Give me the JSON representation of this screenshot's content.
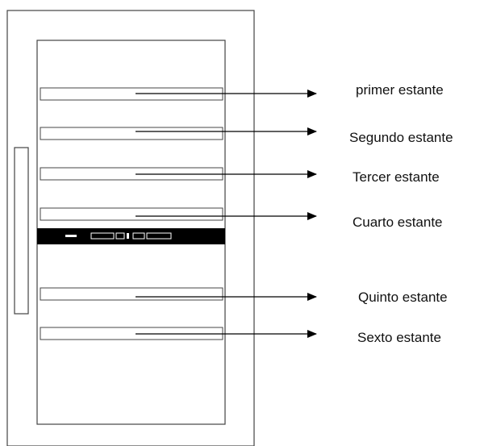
{
  "diagram": {
    "shelves": [
      {
        "label": "primer estante"
      },
      {
        "label": "Segundo estante"
      },
      {
        "label": "Tercer estante"
      },
      {
        "label": "Cuarto estante"
      },
      {
        "label": "Quinto estante"
      },
      {
        "label": "Sexto estante"
      }
    ],
    "colors": {
      "outline": "#444444",
      "arrow": "#000000",
      "control_panel": "#000000",
      "control_text": "#ffffff"
    }
  }
}
